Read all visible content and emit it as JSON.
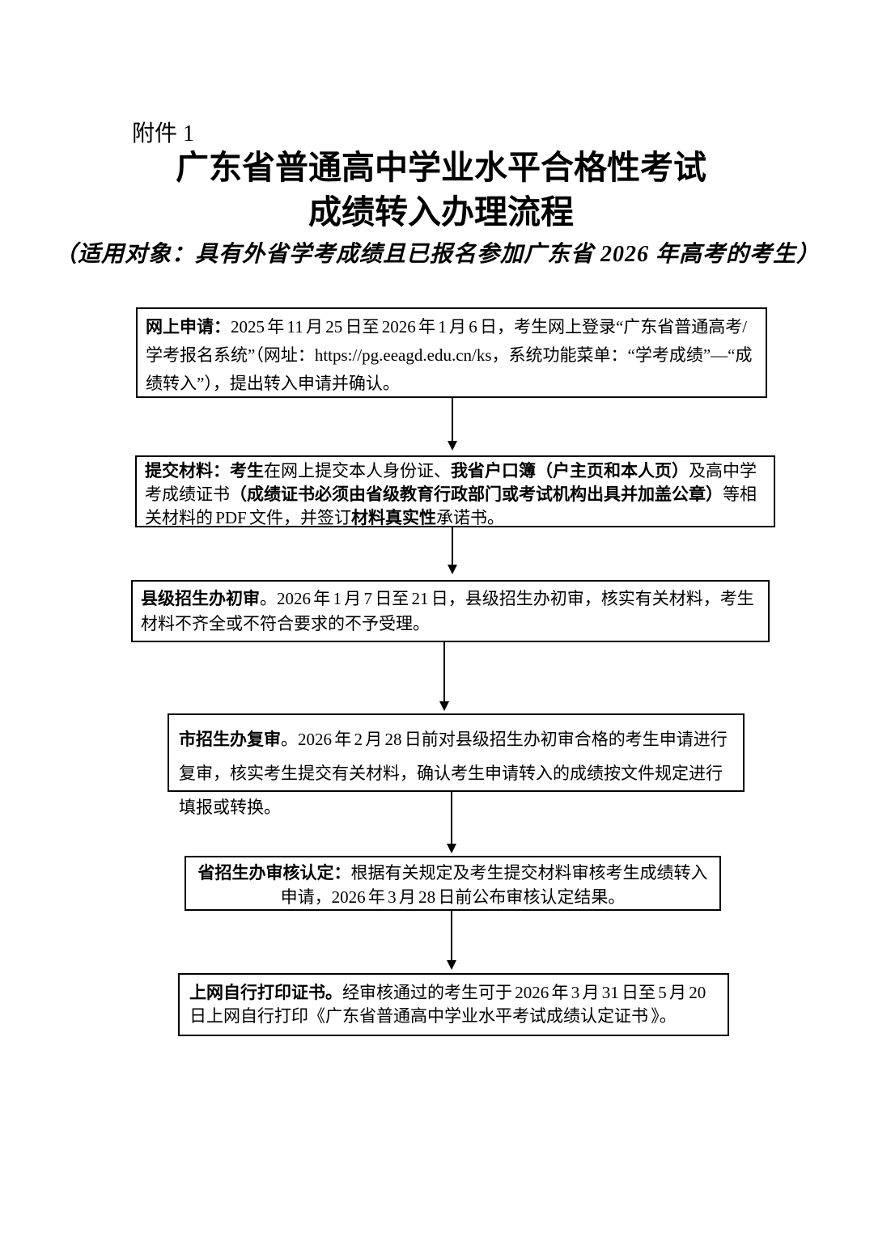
{
  "styling": {
    "ink_color": "#000000",
    "background_color": "#ffffff"
  },
  "document": {
    "attachment_label": "附件 1",
    "title_line1": "广东省普通高中学业水平合格性考试",
    "title_line2": "成绩转入办理流程",
    "subtitle": "（适用对象：具有外省学考成绩且已报名参加广东省 2026 年高考的考生）"
  },
  "flowchart": {
    "steps": [
      {
        "id": "online-application",
        "segments": [
          {
            "text": "网上申请：",
            "bold": true
          },
          {
            "text": "2025 年 11 月 25 日至 2026 年 1 月 6 日，考生网上登录“广东省普通高考/学考报名系统”（网址：https://pg.eeagd.edu.cn/ks，系统功能菜单：“学考成绩”—“成绩转入”），提出转入申请并确认。",
            "bold": false
          }
        ]
      },
      {
        "id": "submit-materials",
        "segments": [
          {
            "text": "提交材料：",
            "bold": true
          },
          {
            "text": "考生",
            "bold": true
          },
          {
            "text": "在网上提交本人身份证、",
            "bold": false
          },
          {
            "text": "我省户口簿（户主页和本人页）",
            "bold": true
          },
          {
            "text": "及高中学考成绩证书",
            "bold": false
          },
          {
            "text": "（成绩证书必须由省级教育行政部门或考试机构出具并加盖公章）",
            "bold": true
          },
          {
            "text": "等相关材料的 PDF 文件，并签订",
            "bold": false
          },
          {
            "text": "材料真实性",
            "bold": true
          },
          {
            "text": "承诺书。",
            "bold": false
          }
        ]
      },
      {
        "id": "county-initial-review",
        "segments": [
          {
            "text": "县级招生办初审",
            "bold": true
          },
          {
            "text": "。2026 年 1 月 7 日至 21 日，县级招生办初审，核实有关材料，考生材料不齐全或不符合要求的不予受理。",
            "bold": false
          }
        ]
      },
      {
        "id": "city-second-review",
        "segments": [
          {
            "text": "市招生办复审",
            "bold": true
          },
          {
            "text": "。2026 年 2 月 28 日前对县级招生办初审合格的考生申请进行复审，核实考生提交有关材料，确认考生申请转入的成绩按文件规定进行填报或转换。",
            "bold": false
          }
        ]
      },
      {
        "id": "province-verification",
        "segments": [
          {
            "text": "省招生办审核认定：",
            "bold": true
          },
          {
            "text": "根据有关规定及考生提交材料审核考生成绩转入申请，2026 年 3 月 28 日前公布审核认定结果。",
            "bold": false
          }
        ]
      },
      {
        "id": "print-certificate",
        "segments": [
          {
            "text": "上网自行打印证书。",
            "bold": true
          },
          {
            "text": "经审核通过的考生可于 2026 年 3 月 31 日至 5 月 20 日上网自行打印《广东省普通高中学业水平考试成绩认定证书 》。",
            "bold": false
          }
        ]
      }
    ]
  }
}
